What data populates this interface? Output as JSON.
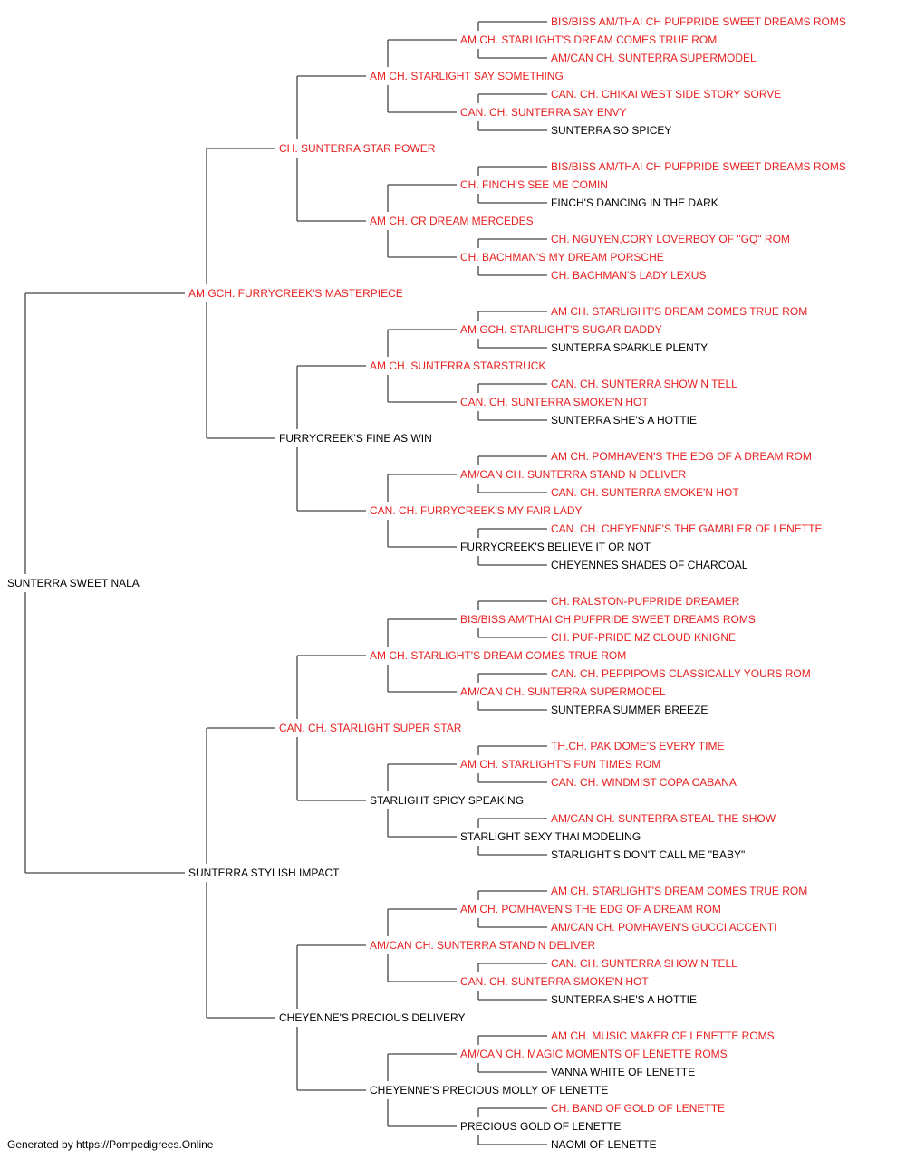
{
  "pedigree": {
    "subject": {
      "name": "SUNTERRA SWEET NALA",
      "champion": false
    },
    "sire": {
      "name": "AM GCH. FURRYCREEK'S MASTERPIECE",
      "champion": true,
      "sire": {
        "name": "CH. SUNTERRA STAR POWER",
        "champion": true,
        "sire": {
          "name": "AM CH. STARLIGHT SAY SOMETHING",
          "champion": true,
          "sire": {
            "name": "AM CH. STARLIGHT'S DREAM COMES TRUE ROM",
            "champion": true,
            "sire": {
              "name": "BIS/BISS AM/THAI CH PUFPRIDE SWEET DREAMS ROMS",
              "champion": true
            },
            "dam": {
              "name": "AM/CAN CH. SUNTERRA SUPERMODEL",
              "champion": true
            }
          },
          "dam": {
            "name": "CAN. CH. SUNTERRA SAY ENVY",
            "champion": true,
            "sire": {
              "name": "CAN. CH. CHIKAI WEST SIDE STORY SORVE",
              "champion": true
            },
            "dam": {
              "name": "SUNTERRA SO SPICEY",
              "champion": false
            }
          }
        },
        "dam": {
          "name": "AM CH. CR DREAM MERCEDES",
          "champion": true,
          "sire": {
            "name": "CH. FINCH'S SEE ME COMIN",
            "champion": true,
            "sire": {
              "name": "BIS/BISS AM/THAI CH PUFPRIDE SWEET DREAMS ROMS",
              "champion": true
            },
            "dam": {
              "name": "FINCH'S DANCING IN THE DARK",
              "champion": false
            }
          },
          "dam": {
            "name": "CH. BACHMAN'S MY DREAM PORSCHE",
            "champion": true,
            "sire": {
              "name": "CH. NGUYEN,CORY LOVERBOY OF \"GQ\" ROM",
              "champion": true
            },
            "dam": {
              "name": "CH. BACHMAN'S LADY LEXUS",
              "champion": true
            }
          }
        }
      },
      "dam": {
        "name": "FURRYCREEK'S FINE AS WIN",
        "champion": false,
        "sire": {
          "name": "AM CH. SUNTERRA STARSTRUCK",
          "champion": true,
          "sire": {
            "name": "AM GCH. STARLIGHT'S SUGAR DADDY",
            "champion": true,
            "sire": {
              "name": "AM CH. STARLIGHT'S DREAM COMES TRUE ROM",
              "champion": true
            },
            "dam": {
              "name": "SUNTERRA SPARKLE PLENTY",
              "champion": false
            }
          },
          "dam": {
            "name": "CAN. CH. SUNTERRA SMOKE'N HOT",
            "champion": true,
            "sire": {
              "name": "CAN. CH. SUNTERRA SHOW N TELL",
              "champion": true
            },
            "dam": {
              "name": "SUNTERRA SHE'S A HOTTIE",
              "champion": false
            }
          }
        },
        "dam": {
          "name": "CAN. CH. FURRYCREEK'S MY FAIR LADY",
          "champion": true,
          "sire": {
            "name": "AM/CAN CH. SUNTERRA STAND N DELIVER",
            "champion": true,
            "sire": {
              "name": "AM CH. POMHAVEN'S THE EDG OF A DREAM ROM",
              "champion": true
            },
            "dam": {
              "name": "CAN. CH. SUNTERRA SMOKE'N HOT",
              "champion": true
            }
          },
          "dam": {
            "name": "FURRYCREEK'S BELIEVE IT OR NOT",
            "champion": false,
            "sire": {
              "name": "CAN. CH. CHEYENNE'S THE GAMBLER OF LENETTE",
              "champion": true
            },
            "dam": {
              "name": "CHEYENNES SHADES OF CHARCOAL",
              "champion": false
            }
          }
        }
      }
    },
    "dam": {
      "name": "SUNTERRA STYLISH IMPACT",
      "champion": false,
      "sire": {
        "name": "CAN. CH. STARLIGHT SUPER STAR",
        "champion": true,
        "sire": {
          "name": "AM CH. STARLIGHT'S DREAM COMES TRUE ROM",
          "champion": true,
          "sire": {
            "name": "BIS/BISS AM/THAI CH PUFPRIDE SWEET DREAMS ROMS",
            "champion": true,
            "sire": {
              "name": "CH. RALSTON-PUFPRIDE DREAMER",
              "champion": true
            },
            "dam": {
              "name": "CH. PUF-PRIDE MZ CLOUD KNIGNE",
              "champion": true
            }
          },
          "dam": {
            "name": "AM/CAN CH. SUNTERRA SUPERMODEL",
            "champion": true,
            "sire": {
              "name": "CAN. CH. PEPPIPOMS CLASSICALLY YOURS ROM",
              "champion": true
            },
            "dam": {
              "name": "SUNTERRA SUMMER BREEZE",
              "champion": false
            }
          }
        },
        "dam": {
          "name": "STARLIGHT SPICY SPEAKING",
          "champion": false,
          "sire": {
            "name": "AM CH. STARLIGHT'S FUN TIMES ROM",
            "champion": true,
            "sire": {
              "name": "TH.CH. PAK DOME'S EVERY TIME",
              "champion": true
            },
            "dam": {
              "name": "CAN. CH. WINDMIST COPA CABANA",
              "champion": true
            }
          },
          "dam": {
            "name": "STARLIGHT SEXY THAI MODELING",
            "champion": false,
            "sire": {
              "name": "AM/CAN CH. SUNTERRA STEAL THE SHOW",
              "champion": true
            },
            "dam": {
              "name": "STARLIGHT'S DON'T CALL ME \"BABY\"",
              "champion": false
            }
          }
        }
      },
      "dam": {
        "name": "CHEYENNE'S PRECIOUS DELIVERY",
        "champion": false,
        "sire": {
          "name": "AM/CAN CH. SUNTERRA STAND N DELIVER",
          "champion": true,
          "sire": {
            "name": "AM CH. POMHAVEN'S THE EDG OF A DREAM ROM",
            "champion": true,
            "sire": {
              "name": "AM CH. STARLIGHT'S DREAM COMES TRUE ROM",
              "champion": true
            },
            "dam": {
              "name": "AM/CAN CH. POMHAVEN'S GUCCI ACCENTI",
              "champion": true
            }
          },
          "dam": {
            "name": "CAN. CH. SUNTERRA SMOKE'N HOT",
            "champion": true,
            "sire": {
              "name": "CAN. CH. SUNTERRA SHOW N TELL",
              "champion": true
            },
            "dam": {
              "name": "SUNTERRA SHE'S A HOTTIE",
              "champion": false
            }
          }
        },
        "dam": {
          "name": "CHEYENNE'S PRECIOUS MOLLY OF LENETTE",
          "champion": false,
          "sire": {
            "name": "AM/CAN CH. MAGIC MOMENTS OF LENETTE ROMS",
            "champion": true,
            "sire": {
              "name": "AM CH. MUSIC MAKER OF LENETTE ROMS",
              "champion": true
            },
            "dam": {
              "name": "VANNA WHITE OF LENETTE",
              "champion": false
            }
          },
          "dam": {
            "name": "PRECIOUS GOLD OF LENETTE",
            "champion": false,
            "sire": {
              "name": "CH. BAND OF GOLD OF LENETTE",
              "champion": true
            },
            "dam": {
              "name": "NAOMI OF LENETTE",
              "champion": false
            }
          }
        }
      }
    }
  },
  "colors": {
    "champion": "#e8201f",
    "regular": "#000000",
    "connector": "#444444"
  },
  "footer": {
    "text": "Generated by https://Pompedigrees.Online"
  }
}
